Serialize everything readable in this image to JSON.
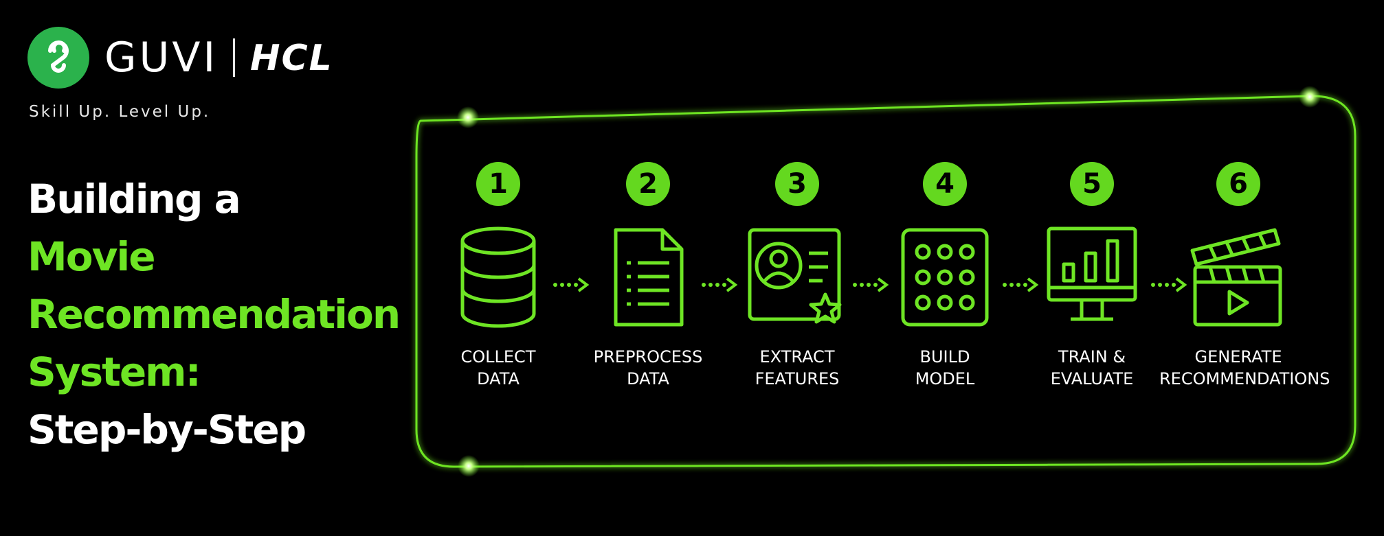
{
  "brand": {
    "guvi": "GUVI",
    "hcl": "HCL",
    "tagline": "Skill Up. Level Up."
  },
  "headline": {
    "line1": "Building a",
    "line2": "Movie",
    "line3": "Recommendation",
    "line4": "System:",
    "line5": "Step-by-Step"
  },
  "colors": {
    "accent": "#6ee524",
    "badge": "#64d81f",
    "guvi_green": "#2bb24c",
    "background": "#000000"
  },
  "steps": [
    {
      "number": "1",
      "line1": "COLLECT",
      "line2": "DATA",
      "icon": "database-icon"
    },
    {
      "number": "2",
      "line1": "PREPROCESS",
      "line2": "DATA",
      "icon": "document-icon"
    },
    {
      "number": "3",
      "line1": "EXTRACT",
      "line2": "FEATURES",
      "icon": "profile-card-icon"
    },
    {
      "number": "4",
      "line1": "BUILD",
      "line2": "MODEL",
      "icon": "grid-dots-icon"
    },
    {
      "number": "5",
      "line1": "TRAIN &",
      "line2": "EVALUATE",
      "icon": "monitor-chart-icon"
    },
    {
      "number": "6",
      "line1": "GENERATE",
      "line2": "RECOMMENDATIONS",
      "icon": "clapperboard-icon"
    }
  ]
}
